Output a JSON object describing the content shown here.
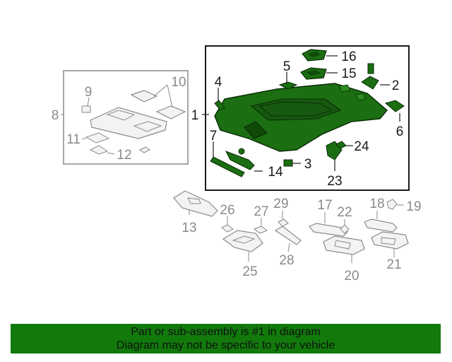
{
  "callouts": {
    "c1": "1",
    "c2": "2",
    "c3": "3",
    "c4": "4",
    "c5": "5",
    "c6": "6",
    "c7": "7",
    "c8": "8",
    "c9": "9",
    "c10": "10",
    "c11": "11",
    "c12": "12",
    "c13": "13",
    "c14": "14",
    "c15": "15",
    "c16": "16",
    "c17": "17",
    "c18": "18",
    "c19": "19",
    "c20": "20",
    "c21": "21",
    "c22": "22",
    "c23": "23",
    "c24": "24",
    "c25": "25",
    "c26": "26",
    "c27": "27",
    "c28": "28",
    "c29": "29"
  },
  "colors": {
    "highlight_part": "#1b6e12",
    "highlight_banner": "#117a0b",
    "line_dark": "#1a1a1a",
    "line_gray": "#8a8a8a"
  },
  "banner": {
    "line1": "Part or sub-assembly is #1 in diagram",
    "line2": "Diagram may not be specific to your vehicle"
  }
}
